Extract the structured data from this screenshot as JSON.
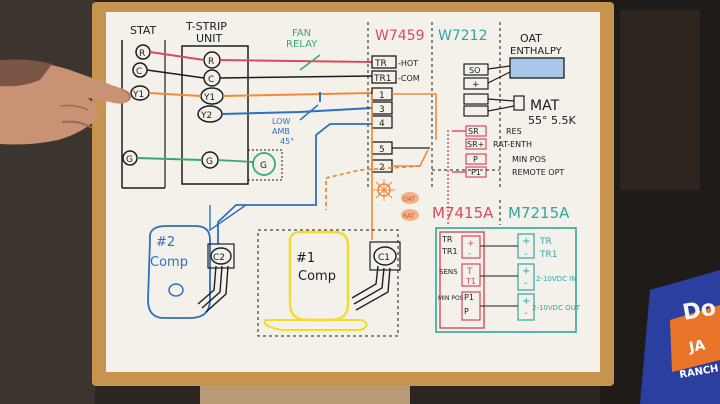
{
  "board": {
    "stat": {
      "header": "STAT",
      "terminals": [
        "R",
        "C",
        "Y1",
        "G"
      ]
    },
    "tstrip": {
      "header_line1": "T-STRIP",
      "header_line2": "UNIT",
      "terminals": [
        "R",
        "C",
        "Y1",
        "Y2",
        "G"
      ]
    },
    "fan_relay": {
      "line1": "FAN",
      "line2": "RELAY"
    },
    "w7459": {
      "header": "W7459",
      "terminals": [
        "TR",
        "TR1",
        "1",
        "3",
        "4",
        "5",
        "2"
      ],
      "hot_label": "-HOT",
      "com_label": "-COM"
    },
    "w7212": {
      "header": "W7212"
    },
    "oat": {
      "line1": "OAT",
      "line2": "ENTHALPY",
      "terminals": [
        "SO",
        "+"
      ]
    },
    "mat": {
      "label": "MAT",
      "spec": "55° 5.5K"
    },
    "sr": {
      "terminals": [
        "SR",
        "SR+",
        "P",
        "P1"
      ],
      "res_label": "RES",
      "rat_label": "RAT-ENTH",
      "min_pos_label": "MIN POS",
      "remote_label": "REMOTE OPT"
    },
    "low_amb": {
      "line1": "LOW",
      "line2": "AMB",
      "line3": "45°"
    },
    "m7415a": {
      "header": "M7415A",
      "left_terminals": [
        "TR",
        "TR1",
        "SENS",
        "MIN POS",
        "P1",
        "P"
      ],
      "inner": [
        "+",
        "-",
        "T",
        "T1"
      ]
    },
    "m7215a": {
      "header": "M7215A",
      "right_terminals": [
        "TR",
        "TR1"
      ],
      "in_label": "2-10VDC IN",
      "out_label": "2-10VDC OUT",
      "pm": [
        "+",
        "-",
        "+",
        "-",
        "+",
        "-"
      ]
    },
    "comp2": {
      "label_line1": "#2",
      "label_line2": "Comp",
      "connector": "C2"
    },
    "comp1": {
      "label_line1": "#1",
      "label_line2": "Comp",
      "connector": "C1"
    },
    "g_connector": "G",
    "star_labels": [
      "OAT",
      "RAT"
    ]
  },
  "bag": {
    "brand": "Do",
    "flavor_line1": "JA",
    "flavor_line2": "RANCH"
  },
  "colors": {
    "board": "#f3f1ea",
    "frame": "#c6944f",
    "red": "#d94a5c",
    "black": "#1d1d1d",
    "orange": "#f08a3a",
    "blue": "#2f6fc2",
    "green": "#3aa86a",
    "yellow": "#f2dc2a",
    "pink": "#e6638f"
  }
}
